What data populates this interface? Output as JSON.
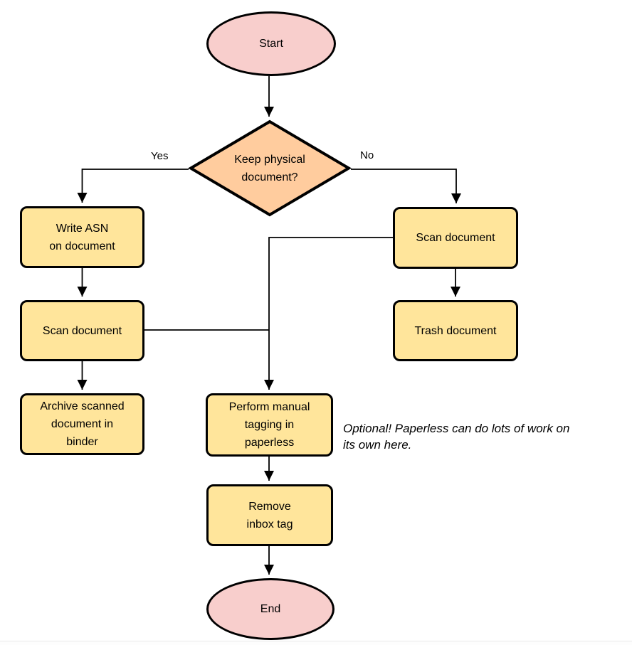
{
  "colors": {
    "background": "#FFFFFF",
    "terminator_fill": "#F8CECC",
    "decision_fill": "#FFCC9E",
    "process_fill": "#FFE59B",
    "shape_stroke": "#000000",
    "connector": "#000000"
  },
  "nodes": {
    "start": {
      "label": "Start"
    },
    "decision": {
      "lines": [
        "Keep physical",
        "document?"
      ]
    },
    "write_asn": {
      "lines": [
        "Write ASN",
        "on document"
      ]
    },
    "scan_left": {
      "lines": [
        "Scan document"
      ]
    },
    "archive": {
      "lines": [
        "Archive scanned",
        "document in",
        "binder"
      ]
    },
    "scan_right": {
      "lines": [
        "Scan document"
      ]
    },
    "trash": {
      "lines": [
        "Trash document"
      ]
    },
    "tagging": {
      "lines": [
        "Perform manual",
        "tagging in",
        "paperless"
      ]
    },
    "remove_inbox": {
      "lines": [
        "Remove",
        "inbox tag"
      ]
    },
    "end": {
      "label": "End"
    }
  },
  "edge_labels": {
    "yes": "Yes",
    "no": "No"
  },
  "annotation": {
    "lines": [
      "Optional! Paperless can do lots of work on",
      "its own here."
    ]
  }
}
